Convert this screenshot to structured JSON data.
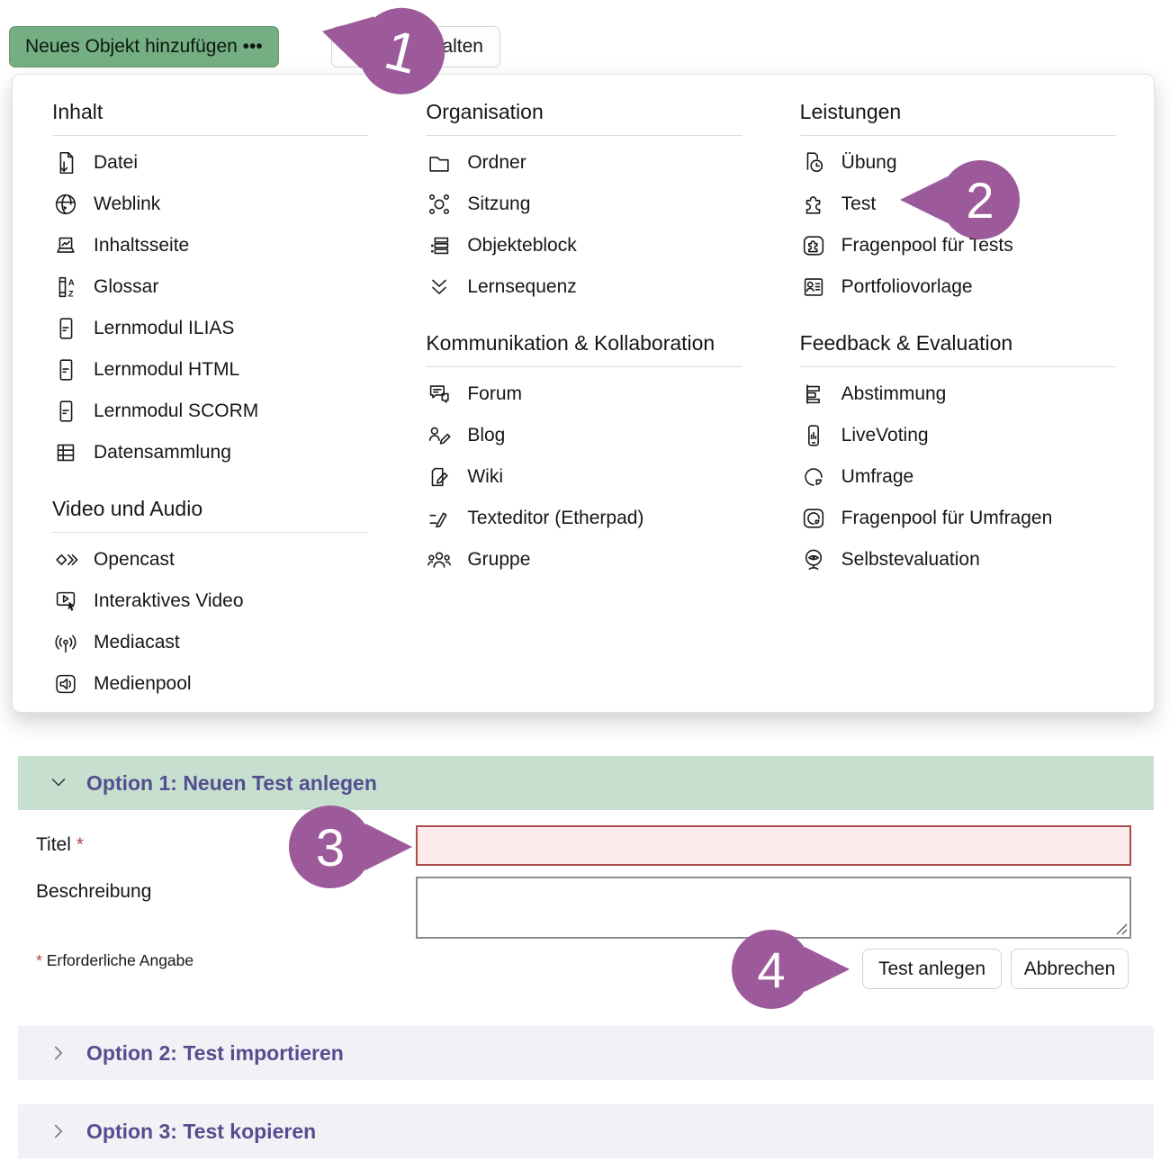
{
  "toolbar": {
    "add_button_label": "Neues Objekt hinzufügen •••",
    "partially_hidden_button_label": "alten"
  },
  "badges": [
    "1",
    "2",
    "3",
    "4"
  ],
  "menu": {
    "columns": [
      {
        "sections": [
          {
            "title": "Inhalt",
            "items": [
              {
                "icon": "datei",
                "label": "Datei"
              },
              {
                "icon": "weblink",
                "label": "Weblink"
              },
              {
                "icon": "inhaltsseite",
                "label": "Inhaltsseite"
              },
              {
                "icon": "glossar",
                "label": "Glossar"
              },
              {
                "icon": "lernmodul",
                "label": "Lernmodul ILIAS"
              },
              {
                "icon": "lernmodul",
                "label": "Lernmodul HTML"
              },
              {
                "icon": "lernmodul",
                "label": "Lernmodul SCORM"
              },
              {
                "icon": "datensammlung",
                "label": "Datensammlung"
              }
            ]
          },
          {
            "title": "Video und Audio",
            "items": [
              {
                "icon": "opencast",
                "label": "Opencast"
              },
              {
                "icon": "interaktives-video",
                "label": "Interaktives Video"
              },
              {
                "icon": "mediacast",
                "label": "Mediacast"
              },
              {
                "icon": "medienpool",
                "label": "Medienpool"
              }
            ]
          }
        ]
      },
      {
        "sections": [
          {
            "title": "Organisation",
            "items": [
              {
                "icon": "ordner",
                "label": "Ordner"
              },
              {
                "icon": "sitzung",
                "label": "Sitzung"
              },
              {
                "icon": "objekteblock",
                "label": "Objekteblock"
              },
              {
                "icon": "lernsequenz",
                "label": "Lernsequenz"
              }
            ]
          },
          {
            "title": "Kommunikation & Kollaboration",
            "items": [
              {
                "icon": "forum",
                "label": "Forum"
              },
              {
                "icon": "blog",
                "label": "Blog"
              },
              {
                "icon": "wiki",
                "label": "Wiki"
              },
              {
                "icon": "etherpad",
                "label": "Texteditor (Etherpad)"
              },
              {
                "icon": "gruppe",
                "label": "Gruppe"
              }
            ]
          }
        ]
      },
      {
        "sections": [
          {
            "title": "Leistungen",
            "items": [
              {
                "icon": "uebung",
                "label": "Übung"
              },
              {
                "icon": "test",
                "label": "Test"
              },
              {
                "icon": "fragenpool-tests",
                "label": "Fragenpool für Tests"
              },
              {
                "icon": "portfoliovorlage",
                "label": "Portfoliovorlage"
              }
            ]
          },
          {
            "title": "Feedback & Evaluation",
            "items": [
              {
                "icon": "abstimmung",
                "label": "Abstimmung"
              },
              {
                "icon": "livevoting",
                "label": "LiveVoting"
              },
              {
                "icon": "umfrage",
                "label": "Umfrage"
              },
              {
                "icon": "fragenpool-umfragen",
                "label": "Fragenpool für Umfragen"
              },
              {
                "icon": "selbstevaluation",
                "label": "Selbstevaluation"
              }
            ]
          }
        ]
      }
    ]
  },
  "form": {
    "option1_title": "Option 1: Neuen Test anlegen",
    "title_label": "Titel",
    "required_asterisk": "*",
    "title_value": "",
    "description_label": "Beschreibung",
    "required_note": "Erforderliche Angabe",
    "submit_label": "Test anlegen",
    "cancel_label": "Abbrechen",
    "option2_title": "Option 2: Test importieren",
    "option3_title": "Option 3: Test kopieren"
  },
  "colors": {
    "badge_purple": "#9d5a9a",
    "add_button_green": "#74ae82",
    "option_bar_green": "#c7dfcf",
    "option_bar_gray": "#f3f1f5",
    "option_title_purple": "#544e90",
    "error_border_red": "#a94f4b",
    "error_background": "#fcebea",
    "required_red": "#b0413e"
  }
}
